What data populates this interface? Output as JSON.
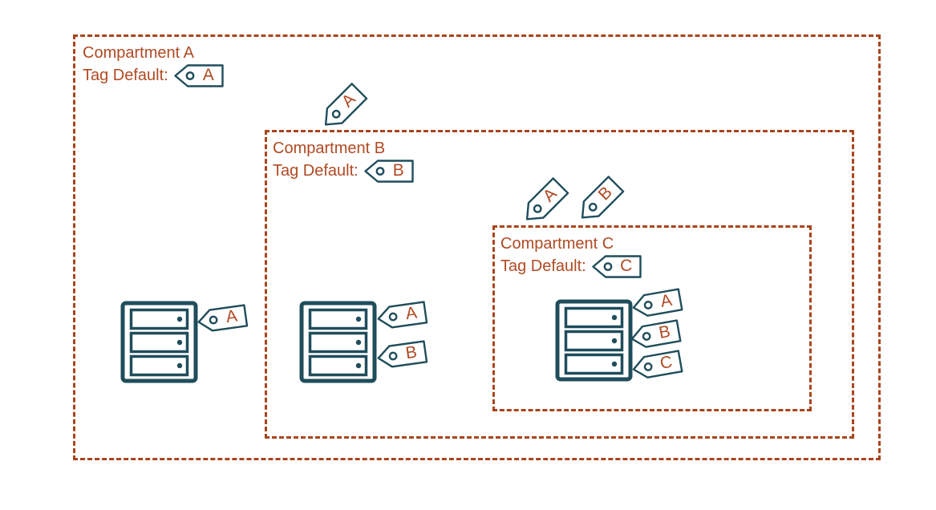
{
  "colors": {
    "compartment_border": "#a8451d",
    "label_text": "#b04a23",
    "icon_outline": "#1f4d5b",
    "tag_letter": "#b04a23"
  },
  "compartment_a": {
    "title": "Compartment A",
    "tag_default_label": "Tag Default:",
    "tag_letter": "A"
  },
  "compartment_b": {
    "title": "Compartment B",
    "tag_default_label": "Tag Default:",
    "tag_letter": "B"
  },
  "compartment_c": {
    "title": "Compartment C",
    "tag_default_label": "Tag Default:",
    "tag_letter": "C"
  },
  "floating_tags": {
    "compartment_b_border": [
      "A"
    ],
    "compartment_c_border": [
      "A",
      "B"
    ]
  },
  "server_a": {
    "compartment": "Compartment A",
    "tags": [
      "A"
    ]
  },
  "server_b": {
    "compartment": "Compartment B",
    "tags": [
      "A",
      "B"
    ]
  },
  "server_c": {
    "compartment": "Compartment C",
    "tags": [
      "A",
      "B",
      "C"
    ]
  }
}
